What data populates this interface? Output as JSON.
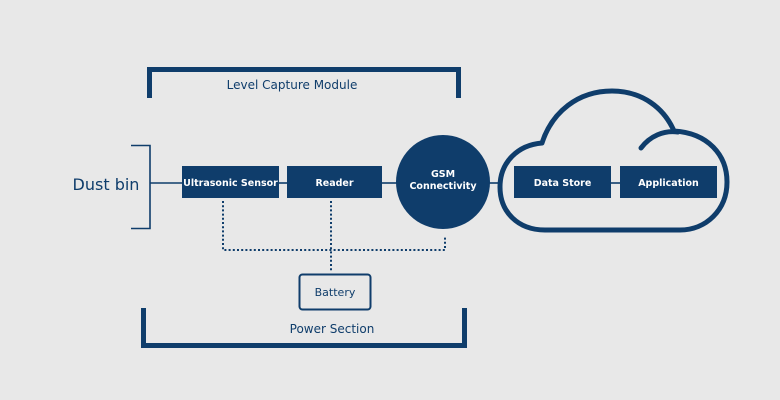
{
  "colors": {
    "background": "#e8e8e8",
    "navy": "#0f3d6b",
    "box_text": "#ffffff"
  },
  "groups": {
    "level_capture_module": "Level Capture Module",
    "power_section": "Power Section"
  },
  "dust_bin": "Dust bin",
  "nodes": {
    "ultrasonic_sensor": "Ultrasonic Sensor",
    "reader": "Reader",
    "gsm_line1": "GSM",
    "gsm_line2": "Connectivity",
    "data_store": "Data Store",
    "application": "Application",
    "battery": "Battery"
  },
  "cloud": {
    "icon": "cloud-icon"
  }
}
